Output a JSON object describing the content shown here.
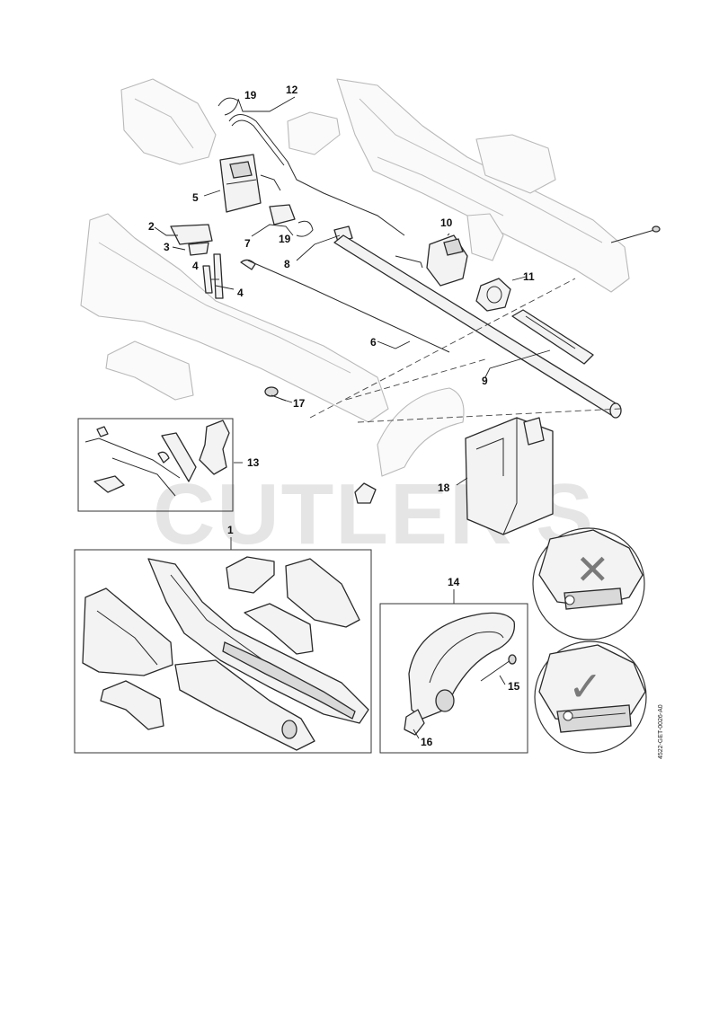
{
  "watermark": "CUTLER'S",
  "drawing_code": "4522-GET-0026-A0",
  "callouts": {
    "c1": "1",
    "c2": "2",
    "c3": "3",
    "c4a": "4",
    "c4b": "4",
    "c5": "5",
    "c6": "6",
    "c7": "7",
    "c8": "8",
    "c9": "9",
    "c10": "10",
    "c11": "11",
    "c12": "12",
    "c13": "13",
    "c14": "14",
    "c15": "15",
    "c16": "16",
    "c17": "17",
    "c18": "18",
    "c19a": "19",
    "c19b": "19"
  },
  "insets": {
    "wrong_symbol": "✕",
    "right_symbol": "✓",
    "wrong_color": "#7a7a7a",
    "right_color": "#7a7a7a"
  }
}
